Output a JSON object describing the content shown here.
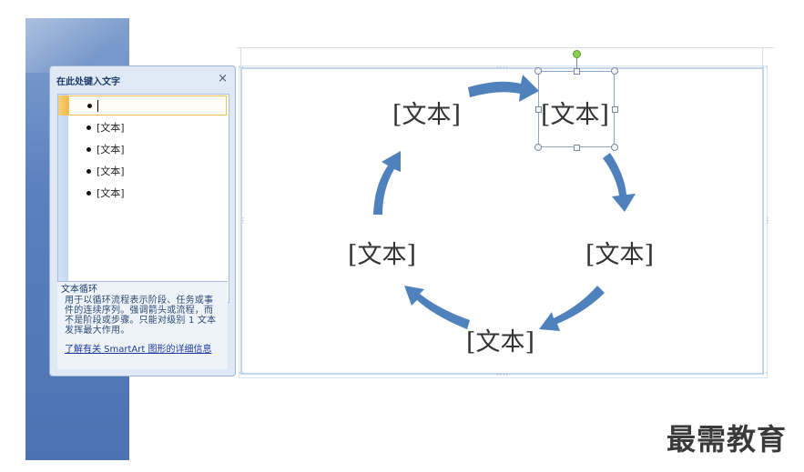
{
  "text_pane": {
    "title": "在此处键入文字",
    "close": "×",
    "bullets": [
      "",
      "[文本]",
      "[文本]",
      "[文本]",
      "[文本]"
    ],
    "description_title": "文本循环",
    "description_body": "用于以循环流程表示阶段、任务或事件的连续序列。强调箭头或流程，而不是阶段或步骤。只能对级别 1 文本发挥最大作用。",
    "help_link": "了解有关 SmartArt 图形的详细信息"
  },
  "diagram": {
    "nodes": [
      "[文本]",
      "[文本]",
      "[文本]",
      "[文本]",
      "[文本]"
    ],
    "arrow_color": "#4f81bd"
  },
  "watermark": "最需教育"
}
